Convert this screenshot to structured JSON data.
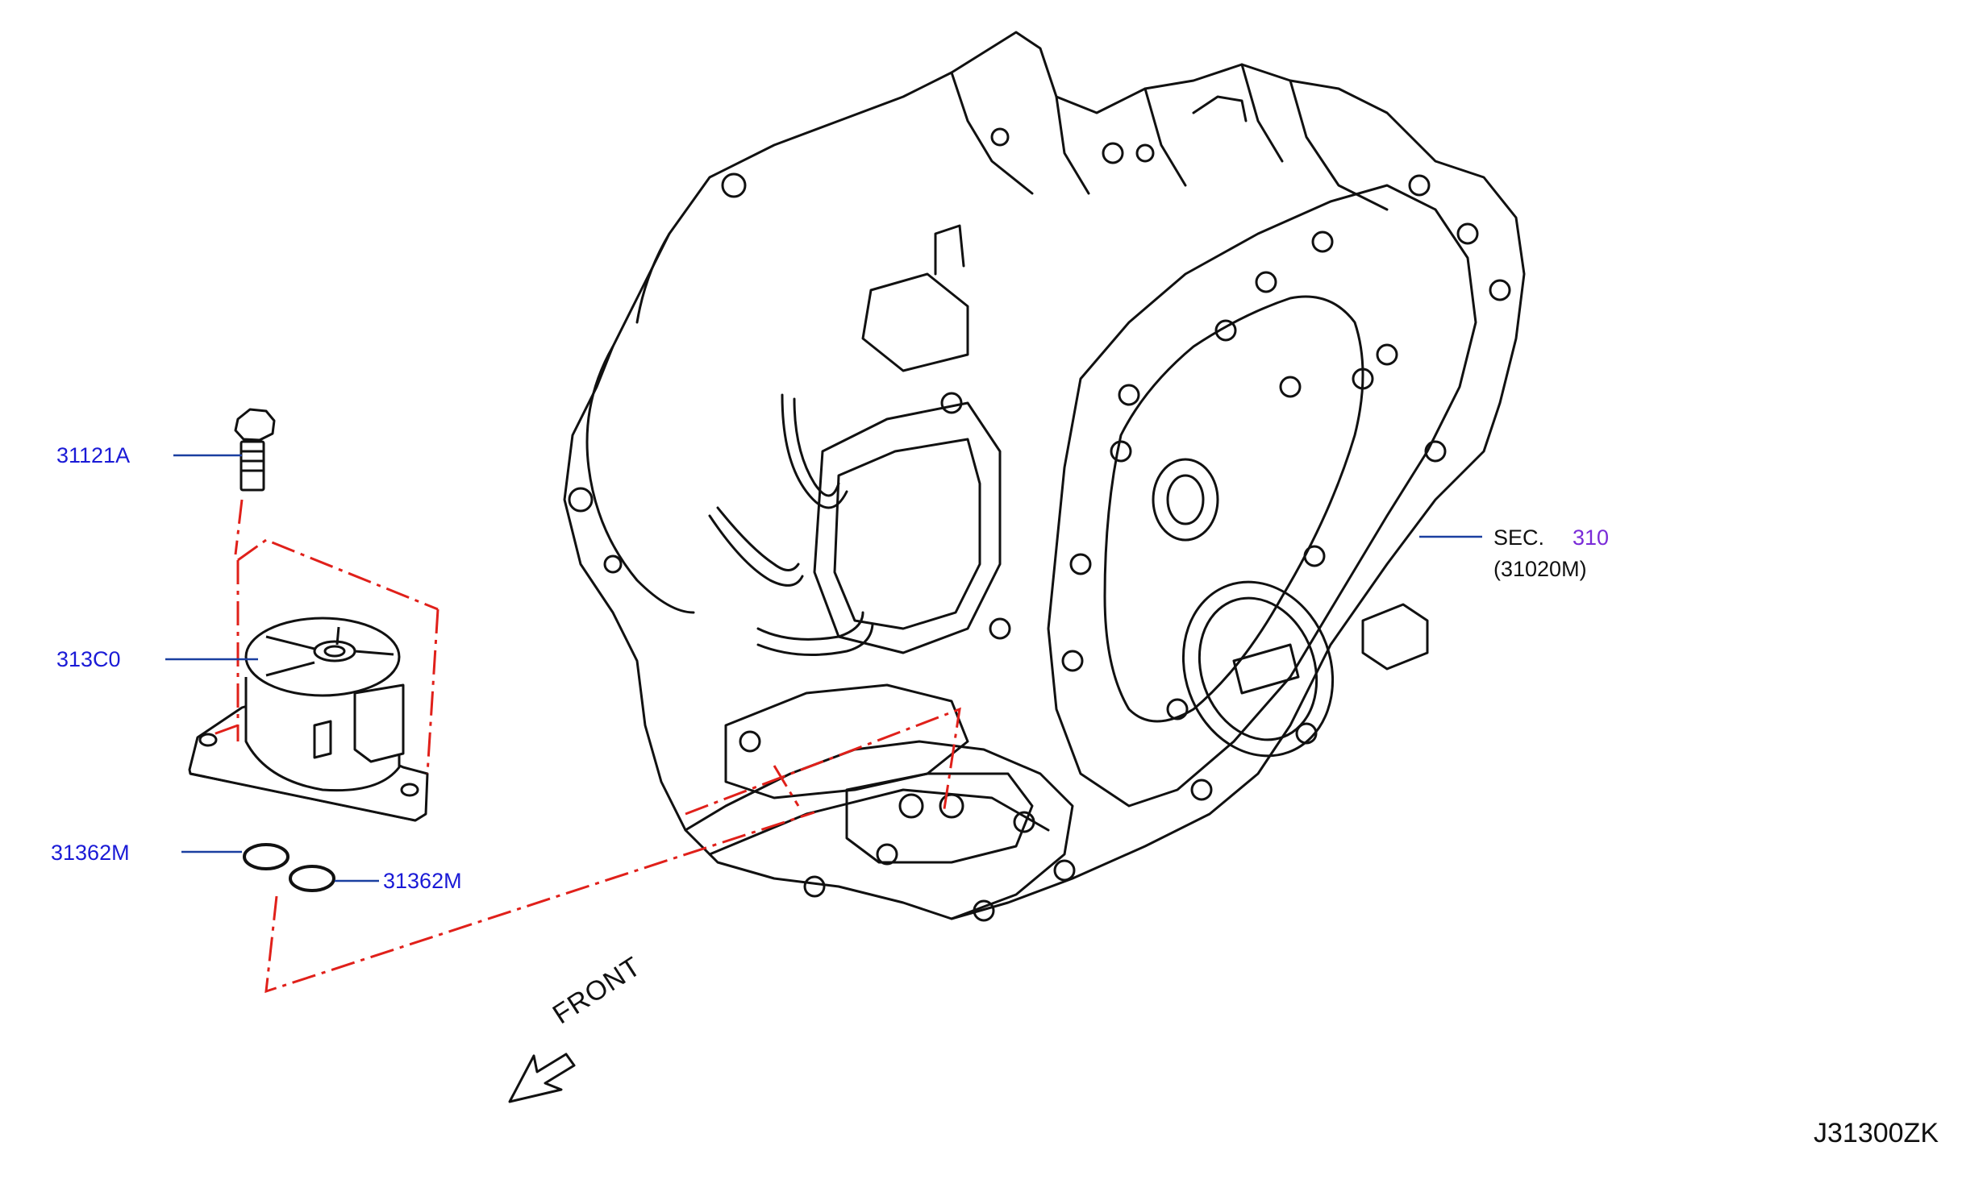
{
  "callouts": {
    "bolt": "31121A",
    "solenoid": "313C0",
    "oring_left": "31362M",
    "oring_right": "31362M"
  },
  "section_ref": {
    "prefix": "SEC.",
    "number": "310",
    "sub": "(31020M)"
  },
  "direction_label": "FRONT",
  "diagram_code": "J31300ZK",
  "colors": {
    "callout_text": "#1a1ad6",
    "section_link": "#7a2bd8",
    "leader_line": "#1a3fa0",
    "assembly_dash": "#e0201a",
    "line_art": "#111111"
  }
}
